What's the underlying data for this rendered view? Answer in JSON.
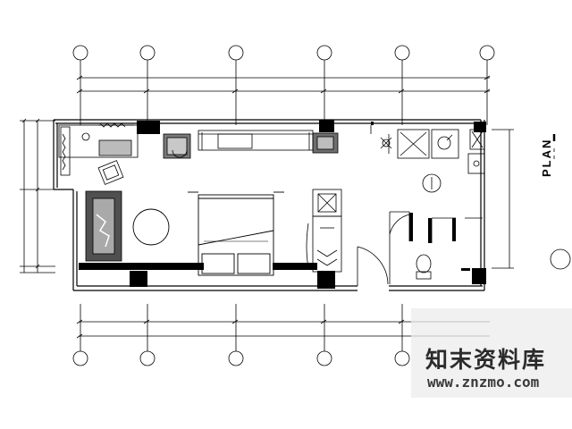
{
  "drawing": {
    "title": "PLAN",
    "watermark": {
      "site_name": "知末资料库",
      "url": "www.znzmo.com"
    }
  }
}
